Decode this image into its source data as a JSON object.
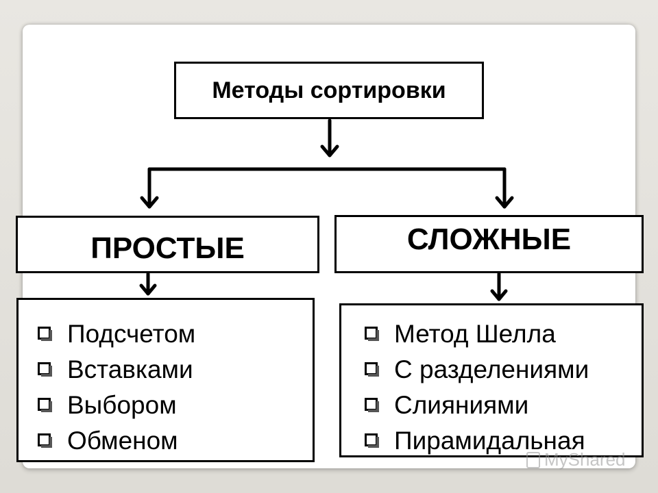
{
  "diagram": {
    "root": {
      "label": "Методы сортировки"
    },
    "categories": [
      {
        "label": "ПРОСТЫЕ",
        "items": [
          "Подсчетом",
          "Вставками",
          "Выбором",
          "Обменом"
        ]
      },
      {
        "label": "СЛОЖНЫЕ",
        "items": [
          "Метод Шелла",
          "С разделениями",
          "Слияниями",
          "Пирамидальная"
        ]
      }
    ],
    "item_marker_icon": "checkbox-icon"
  },
  "watermark": {
    "text": "MyShared",
    "icon": "presentation-icon"
  }
}
